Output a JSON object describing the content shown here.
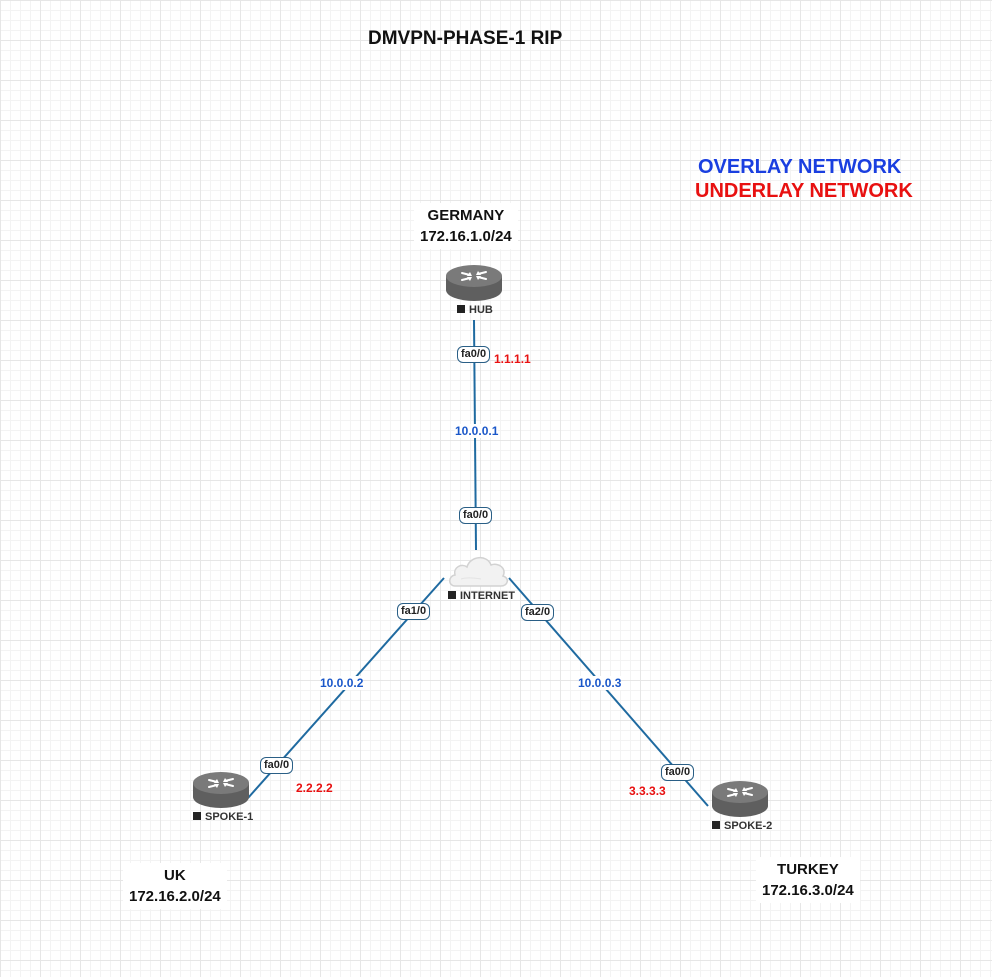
{
  "title": "DMVPN-PHASE-1 RIP",
  "legend": {
    "overlay": "OVERLAY NETWORK",
    "underlay": "UNDERLAY NETWORK",
    "overlay_color": "#1a3fe0",
    "underlay_color": "#e81010"
  },
  "sites": {
    "germany": {
      "name": "GERMANY",
      "network": "172.16.1.0/24"
    },
    "uk": {
      "name": "UK",
      "network": "172.16.2.0/24"
    },
    "turkey": {
      "name": "TURKEY",
      "network": "172.16.3.0/24"
    }
  },
  "devices": {
    "hub": {
      "label": "HUB",
      "icon": "router-icon"
    },
    "internet": {
      "label": "INTERNET",
      "icon": "cloud-icon"
    },
    "spoke1": {
      "label": "SPOKE-1",
      "icon": "router-icon"
    },
    "spoke2": {
      "label": "SPOKE-2",
      "icon": "router-icon"
    }
  },
  "links": {
    "hub_internet": {
      "hub_iface": "fa0/0",
      "internet_iface": "fa0/0",
      "overlay_ip": "10.0.0.1",
      "underlay_ip": "1.1.1.1"
    },
    "internet_spoke1": {
      "internet_iface": "fa1/0",
      "spoke_iface": "fa0/0",
      "overlay_ip": "10.0.0.2",
      "underlay_ip": "2.2.2.2"
    },
    "internet_spoke2": {
      "internet_iface": "fa2/0",
      "spoke_iface": "fa0/0",
      "overlay_ip": "10.0.0.3",
      "underlay_ip": "3.3.3.3"
    }
  }
}
